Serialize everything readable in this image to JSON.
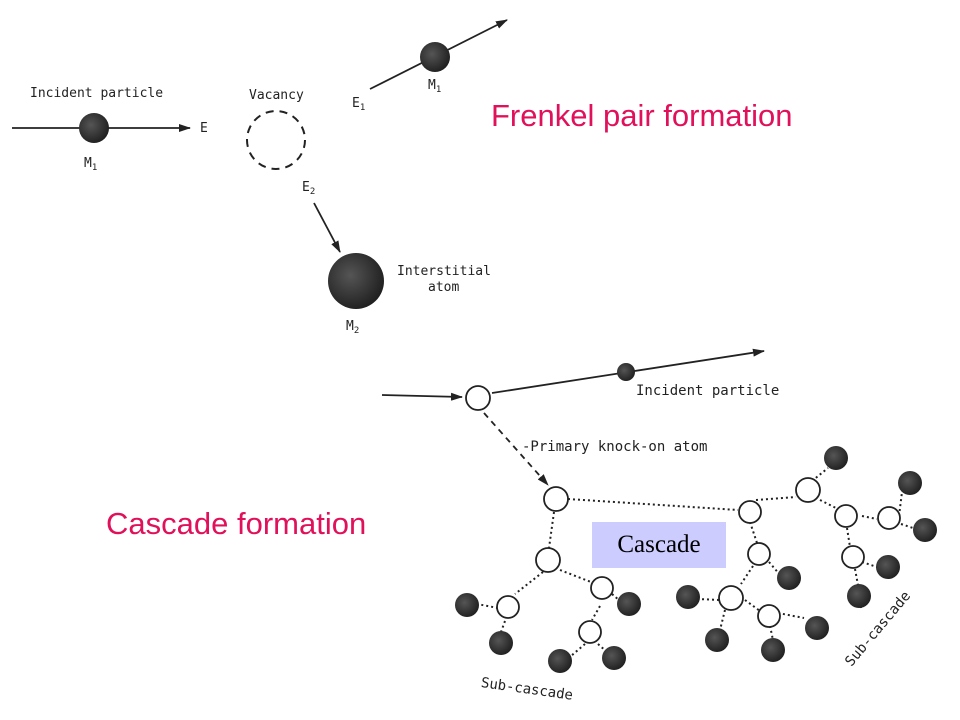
{
  "titles": {
    "frenkel": "Frenkel pair formation",
    "cascade": "Cascade formation"
  },
  "frenkel_diagram": {
    "incident_particle": "Incident particle",
    "m1_label": "M",
    "m1_sub": "1",
    "e_label": "E",
    "vacancy": "Vacancy",
    "e1_label": "E",
    "e1_sub": "1",
    "m1_top_label": "M",
    "m1_top_sub": "1",
    "e2_label": "E",
    "e2_sub": "2",
    "interstitial_line1": "Interstitial",
    "interstitial_line2": "atom",
    "m2_label": "M",
    "m2_sub": "2"
  },
  "cascade_diagram": {
    "incident_particle": "Incident particle",
    "primary_knock_on": "-Primary knock-on atom",
    "cascade_box": "Cascade",
    "sub_cascade_left": "Sub-cascade",
    "sub_cascade_right": "Sub-cascade"
  },
  "colors": {
    "title": "#e0105a",
    "atom_fill": "#2b2b2b",
    "cascade_box_bg": "#ccccff",
    "line": "#222222"
  }
}
